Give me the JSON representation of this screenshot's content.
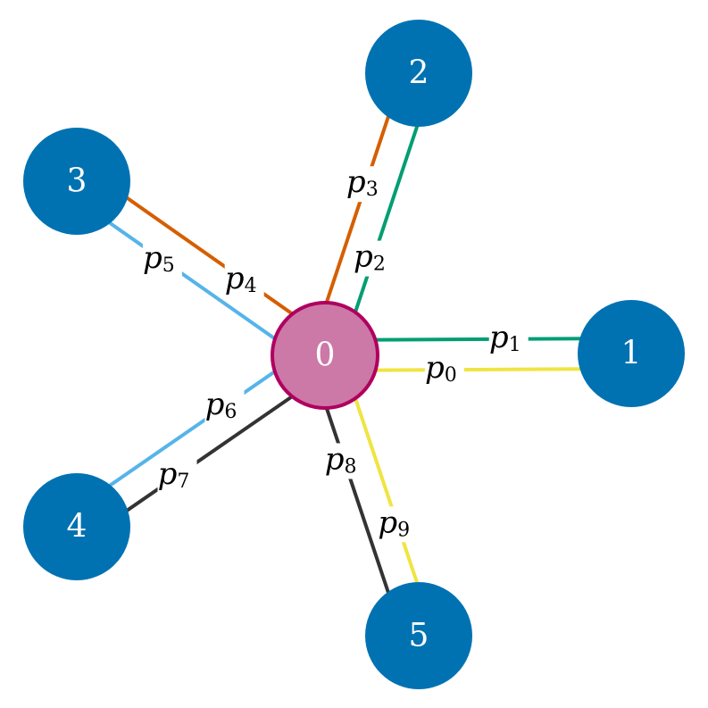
{
  "colors": {
    "hub_fill": "#cc79a7",
    "hub_stroke": "#b0005f",
    "leaf_fill": "#0072b2",
    "label_bg": "#ffffff"
  },
  "nodes": [
    {
      "id": "0",
      "label": "0",
      "kind": "hub"
    },
    {
      "id": "1",
      "label": "1",
      "kind": "leaf"
    },
    {
      "id": "2",
      "label": "2",
      "kind": "leaf"
    },
    {
      "id": "3",
      "label": "3",
      "kind": "leaf"
    },
    {
      "id": "4",
      "label": "4",
      "kind": "leaf"
    },
    {
      "id": "5",
      "label": "5",
      "kind": "leaf"
    }
  ],
  "edges": [
    {
      "name": "p0",
      "base": "p",
      "sub": "0",
      "from": "0",
      "to": "1",
      "color": "#f0e442"
    },
    {
      "name": "p1",
      "base": "p",
      "sub": "1",
      "from": "0",
      "to": "1",
      "color": "#009e73"
    },
    {
      "name": "p2",
      "base": "p",
      "sub": "2",
      "from": "0",
      "to": "2",
      "color": "#009e73"
    },
    {
      "name": "p3",
      "base": "p",
      "sub": "3",
      "from": "0",
      "to": "2",
      "color": "#d55e00"
    },
    {
      "name": "p4",
      "base": "p",
      "sub": "4",
      "from": "0",
      "to": "3",
      "color": "#d55e00"
    },
    {
      "name": "p5",
      "base": "p",
      "sub": "5",
      "from": "0",
      "to": "3",
      "color": "#56b4e9"
    },
    {
      "name": "p6",
      "base": "p",
      "sub": "6",
      "from": "0",
      "to": "4",
      "color": "#56b4e9"
    },
    {
      "name": "p7",
      "base": "p",
      "sub": "7",
      "from": "0",
      "to": "4",
      "color": "#333333"
    },
    {
      "name": "p8",
      "base": "p",
      "sub": "8",
      "from": "0",
      "to": "5",
      "color": "#333333"
    },
    {
      "name": "p9",
      "base": "p",
      "sub": "9",
      "from": "0",
      "to": "5",
      "color": "#f0e442"
    }
  ]
}
